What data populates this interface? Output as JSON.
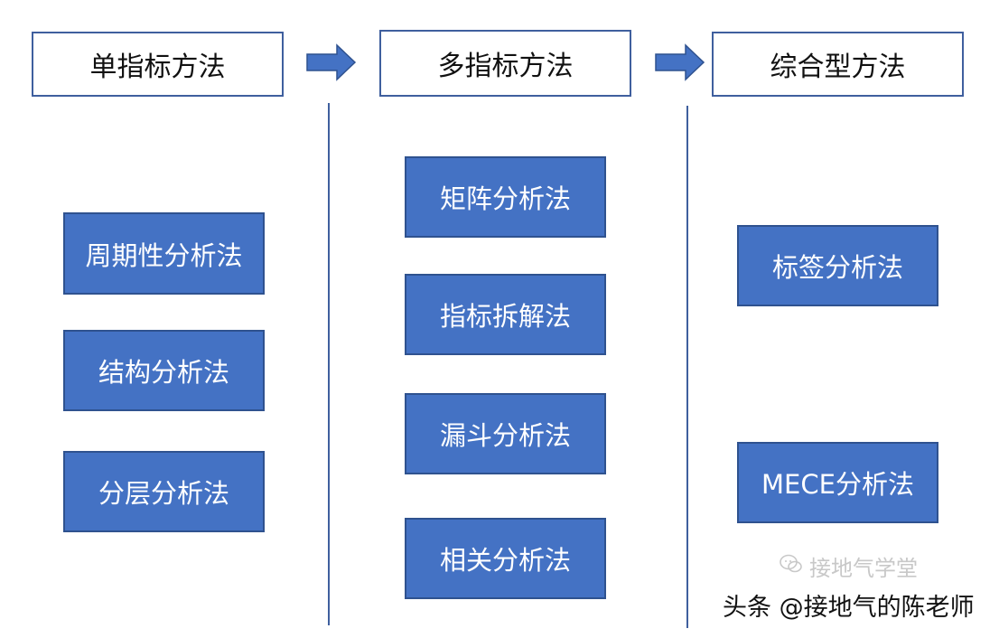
{
  "categories": [
    {
      "title": "单指标方法",
      "methods": [
        "周期性分析法",
        "结构分析法",
        "分层分析法"
      ]
    },
    {
      "title": "多指标方法",
      "methods": [
        "矩阵分析法",
        "指标拆解法",
        "漏斗分析法",
        "相关分析法"
      ]
    },
    {
      "title": "综合型方法",
      "methods": [
        "标签分析法",
        "MECE分析法"
      ]
    }
  ],
  "colors": {
    "box_fill": "#4472c4",
    "box_border": "#2f528f",
    "line": "#3f5f9e",
    "arrow": "#4472c4"
  },
  "icons": {
    "flow_arrow": "right-arrow-icon",
    "wechat_logo": "wechat-icon"
  },
  "watermark": {
    "secondary": "接地气学堂",
    "primary": "头条 @接地气的陈老师"
  }
}
